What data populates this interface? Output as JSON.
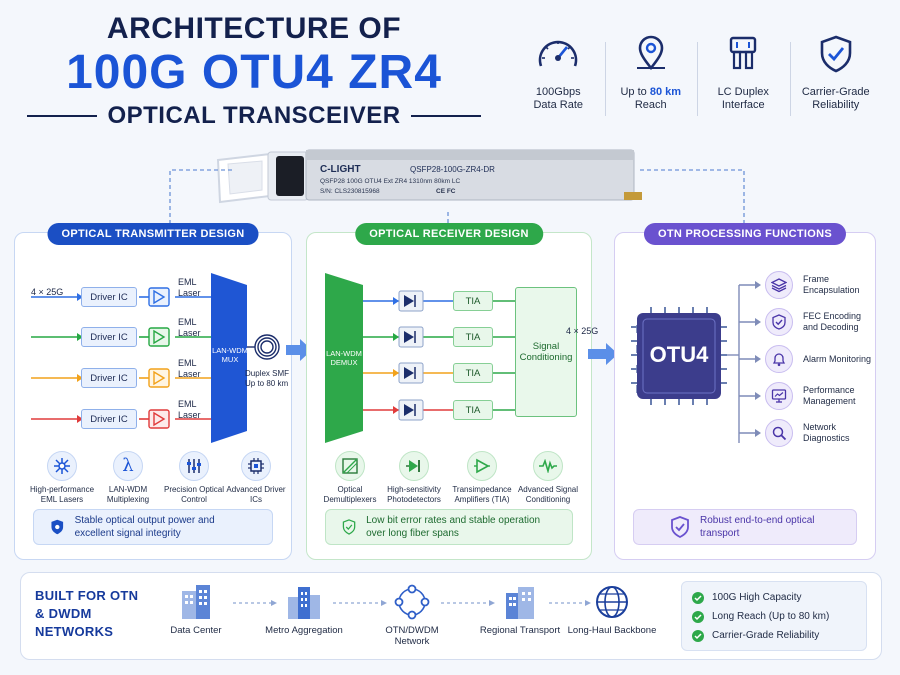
{
  "title": {
    "line1": "ARCHITECTURE OF",
    "line2": "100G OTU4 ZR4",
    "line3": "OPTICAL TRANSCEIVER"
  },
  "specs": [
    {
      "icon": "speedometer-icon",
      "line1": "100Gbps",
      "line2": "Data Rate"
    },
    {
      "icon": "location-pin-icon",
      "pre": "Up to ",
      "highlight": "80 km",
      "line2": "Reach"
    },
    {
      "icon": "lc-connector-icon",
      "line1": "LC Duplex",
      "line2": "Interface"
    },
    {
      "icon": "shield-check-icon",
      "line1": "Carrier-Grade",
      "line2": "Reliability"
    }
  ],
  "module": {
    "brand": "C-LIGHT",
    "part_number": "QSFP28-100G-ZR4-DR",
    "desc": "QSFP28 100G OTU4 Ext ZR4 1310nm 80km LC",
    "serial": "S/N: CLS230815968",
    "marks": "CE FC"
  },
  "transmitter": {
    "title": "OPTICAL TRANSMITTER DESIGN",
    "input_label": "4 × 25G",
    "driver_label": "Driver IC",
    "laser_label": "EML Laser",
    "mux_label": "LAN-WDM MUX",
    "fiber_label": "Duplex SMF Up to 80 km",
    "lane_colors": [
      "#2f6fe4",
      "#27a844",
      "#f2a21b",
      "#e03b3b"
    ],
    "features": [
      {
        "icon": "laser-burst-icon",
        "label": "High-performance EML Lasers"
      },
      {
        "icon": "lambda-icon",
        "label": "LAN-WDM Multiplexing"
      },
      {
        "icon": "sliders-icon",
        "label": "Precision Optical Control"
      },
      {
        "icon": "chip-icon",
        "label": "Advanced Driver ICs"
      }
    ],
    "note": "Stable optical output power and excellent signal integrity"
  },
  "receiver": {
    "title": "OPTICAL RECEIVER DESIGN",
    "demux_label": "LAN-WDM DEMUX",
    "tia_label": "TIA",
    "signal_label": "Signal Conditioning",
    "output_label": "4 × 25G",
    "lane_colors": [
      "#2f6fe4",
      "#27a844",
      "#f2a21b",
      "#e03b3b"
    ],
    "features": [
      {
        "icon": "demux-icon",
        "label": "Optical Demultiplexers"
      },
      {
        "icon": "photodiode-icon",
        "label": "High-sensitivity Photodetectors"
      },
      {
        "icon": "amplifier-icon",
        "label": "Transimpedance Amplifiers (TIA)"
      },
      {
        "icon": "waveform-icon",
        "label": "Advanced Signal Conditioning"
      }
    ],
    "note": "Low bit error rates and stable operation over long fiber spans"
  },
  "otn": {
    "title": "OTN PROCESSING FUNCTIONS",
    "chip_label": "OTU4",
    "functions": [
      {
        "icon": "layers-icon",
        "label": "Frame Encapsulation"
      },
      {
        "icon": "shield-check-icon",
        "label": "FEC Encoding and Decoding"
      },
      {
        "icon": "bell-icon",
        "label": "Alarm Monitoring"
      },
      {
        "icon": "monitor-chart-icon",
        "label": "Performance Management"
      },
      {
        "icon": "magnifier-icon",
        "label": "Network Diagnostics"
      }
    ],
    "note": "Robust end-to-end optical transport"
  },
  "networks": {
    "heading": "BUILT FOR OTN & DWDM NETWORKS",
    "items": [
      {
        "icon": "buildings-icon",
        "label": "Data Center"
      },
      {
        "icon": "buildings-icon",
        "label": "Metro Aggregation"
      },
      {
        "icon": "network-ring-icon",
        "label": "OTN/DWDM Network"
      },
      {
        "icon": "buildings-icon",
        "label": "Regional Transport"
      },
      {
        "icon": "globe-icon",
        "label": "Long-Haul Backbone"
      }
    ],
    "checks": [
      "100G High Capacity",
      "Long Reach (Up to 80 km)",
      "Carrier-Grade Reliability"
    ]
  }
}
